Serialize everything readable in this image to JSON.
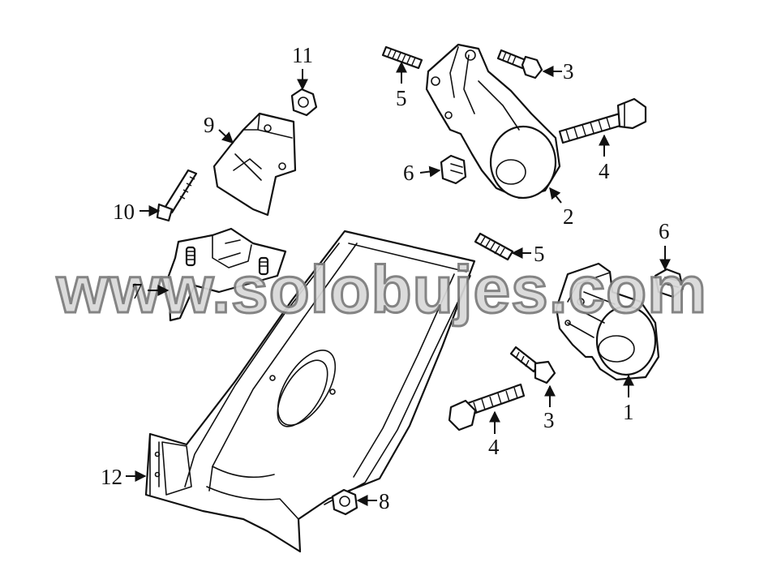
{
  "callouts": [
    {
      "id": "1",
      "label": "1"
    },
    {
      "id": "2",
      "label": "2"
    },
    {
      "id": "3a",
      "label": "3"
    },
    {
      "id": "3b",
      "label": "3"
    },
    {
      "id": "4a",
      "label": "4"
    },
    {
      "id": "4b",
      "label": "4"
    },
    {
      "id": "5a",
      "label": "5"
    },
    {
      "id": "5b",
      "label": "5"
    },
    {
      "id": "6a",
      "label": "6"
    },
    {
      "id": "6b",
      "label": "6"
    },
    {
      "id": "7",
      "label": "7"
    },
    {
      "id": "8",
      "label": "8"
    },
    {
      "id": "9",
      "label": "9"
    },
    {
      "id": "10",
      "label": "10"
    },
    {
      "id": "11",
      "label": "11"
    },
    {
      "id": "12",
      "label": "12"
    }
  ],
  "watermark": {
    "text": "www.solobujes.com",
    "fill": "#d9d9d9",
    "outline": "#7a7a7a"
  },
  "colors": {
    "line": "#111111",
    "background": "#ffffff"
  }
}
